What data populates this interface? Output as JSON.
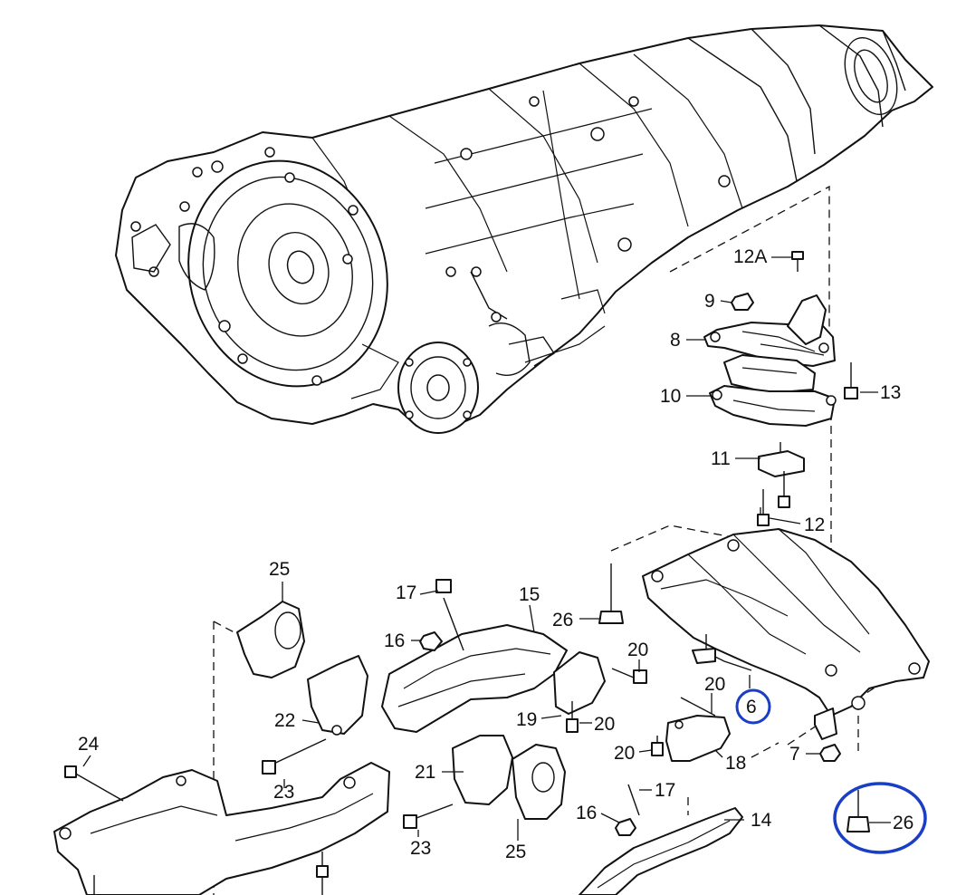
{
  "diagram": {
    "callouts": [
      {
        "id": "c-12A",
        "text": "12A"
      },
      {
        "id": "c-9",
        "text": "9"
      },
      {
        "id": "c-8",
        "text": "8"
      },
      {
        "id": "c-13",
        "text": "13"
      },
      {
        "id": "c-10",
        "text": "10"
      },
      {
        "id": "c-11",
        "text": "11"
      },
      {
        "id": "c-12",
        "text": "12"
      },
      {
        "id": "c-25a",
        "text": "25"
      },
      {
        "id": "c-17a",
        "text": "17"
      },
      {
        "id": "c-15",
        "text": "15"
      },
      {
        "id": "c-26a",
        "text": "26"
      },
      {
        "id": "c-16a",
        "text": "16"
      },
      {
        "id": "c-20a",
        "text": "20"
      },
      {
        "id": "c-20b",
        "text": "20"
      },
      {
        "id": "c-6",
        "text": "6"
      },
      {
        "id": "c-22",
        "text": "22"
      },
      {
        "id": "c-19",
        "text": "19"
      },
      {
        "id": "c-20c",
        "text": "20"
      },
      {
        "id": "c-20d",
        "text": "20"
      },
      {
        "id": "c-18",
        "text": "18"
      },
      {
        "id": "c-7",
        "text": "7"
      },
      {
        "id": "c-24",
        "text": "24"
      },
      {
        "id": "c-21",
        "text": "21"
      },
      {
        "id": "c-17b",
        "text": "17"
      },
      {
        "id": "c-23a",
        "text": "23"
      },
      {
        "id": "c-16b",
        "text": "16"
      },
      {
        "id": "c-14",
        "text": "14"
      },
      {
        "id": "c-26b",
        "text": "26"
      },
      {
        "id": "c-23b",
        "text": "23"
      },
      {
        "id": "c-25b",
        "text": "25"
      }
    ],
    "highlight_color": "#1a3fc4"
  }
}
